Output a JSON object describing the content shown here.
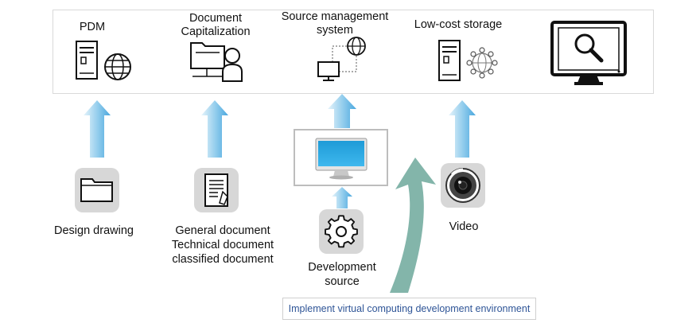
{
  "top": {
    "pdm": "PDM",
    "capitalization": [
      "Document",
      "Capitalization"
    ],
    "source_mgmt": [
      "Source management",
      "system"
    ],
    "storage": "Low-cost storage"
  },
  "bottom": {
    "design": "Design drawing",
    "documents": [
      "General document",
      "Technical document",
      "classified document"
    ],
    "development": [
      "Development",
      "source"
    ],
    "video": "Video"
  },
  "note": "Implement virtual computing development environment",
  "colors": {
    "arrow_light": "#e3f3fb",
    "arrow_dark": "#5fb2e3",
    "curve_arrow": "#82b4aa",
    "note_text": "#2f5597",
    "screen": "#1e9bd7"
  }
}
